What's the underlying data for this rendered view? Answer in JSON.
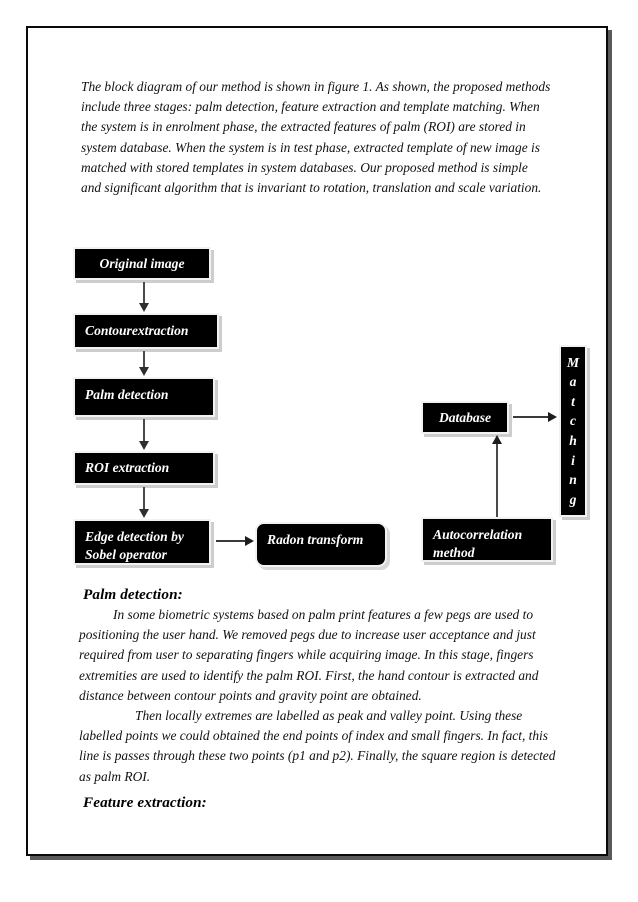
{
  "document": {
    "intro_paragraph": "The block diagram of our method is shown in figure 1. As shown, the proposed methods include three stages: palm detection, feature extraction and template matching. When the system is in enrolment phase, the extracted features of palm (ROI) are stored in system database. When the system is in test phase, extracted template of new image is matched with stored templates in system databases. Our proposed method is simple and significant algorithm that is invariant to rotation, translation and scale variation.",
    "palm_detection_heading": "Palm detection:",
    "palm_detection_paragraph": "In some biometric systems based on palm print features a few pegs are used to positioning the user hand. We removed pegs due to increase user acceptance and just required from user to separating fingers while acquiring image. In this stage, fingers extremities are used to identify the palm ROI. First, the hand contour is extracted and distance between contour points and gravity point are obtained.",
    "then_paragraph": "Then locally extremes are labelled as peak and valley point. Using these labelled points we could obtained the end points of index and small fingers. In fact, this line is passes through these two points (p1 and p2). Finally, the square region is detected as palm ROI.",
    "feature_extraction_heading": "Feature extraction:"
  },
  "diagram": {
    "nodes": {
      "original_image": "Original image",
      "contour_extraction": "Contourextraction",
      "palm_detection": "Palm detection",
      "roi_extraction": "ROI extraction",
      "edge_detection": "Edge detection by Sobel operator",
      "radon_transform": "Radon transform",
      "database": "Database",
      "autocorrelation": "Autocorrelation method",
      "matching": "Matching"
    },
    "colors": {
      "node_fill": "#000000",
      "node_text": "#ffffff",
      "node_border": "#f2f2f2",
      "node_shadow": "#cdcdcd",
      "arrow": "#3a3a3a",
      "page_border": "#0a0a0a",
      "page_shadow": "#5a5a5a"
    }
  }
}
